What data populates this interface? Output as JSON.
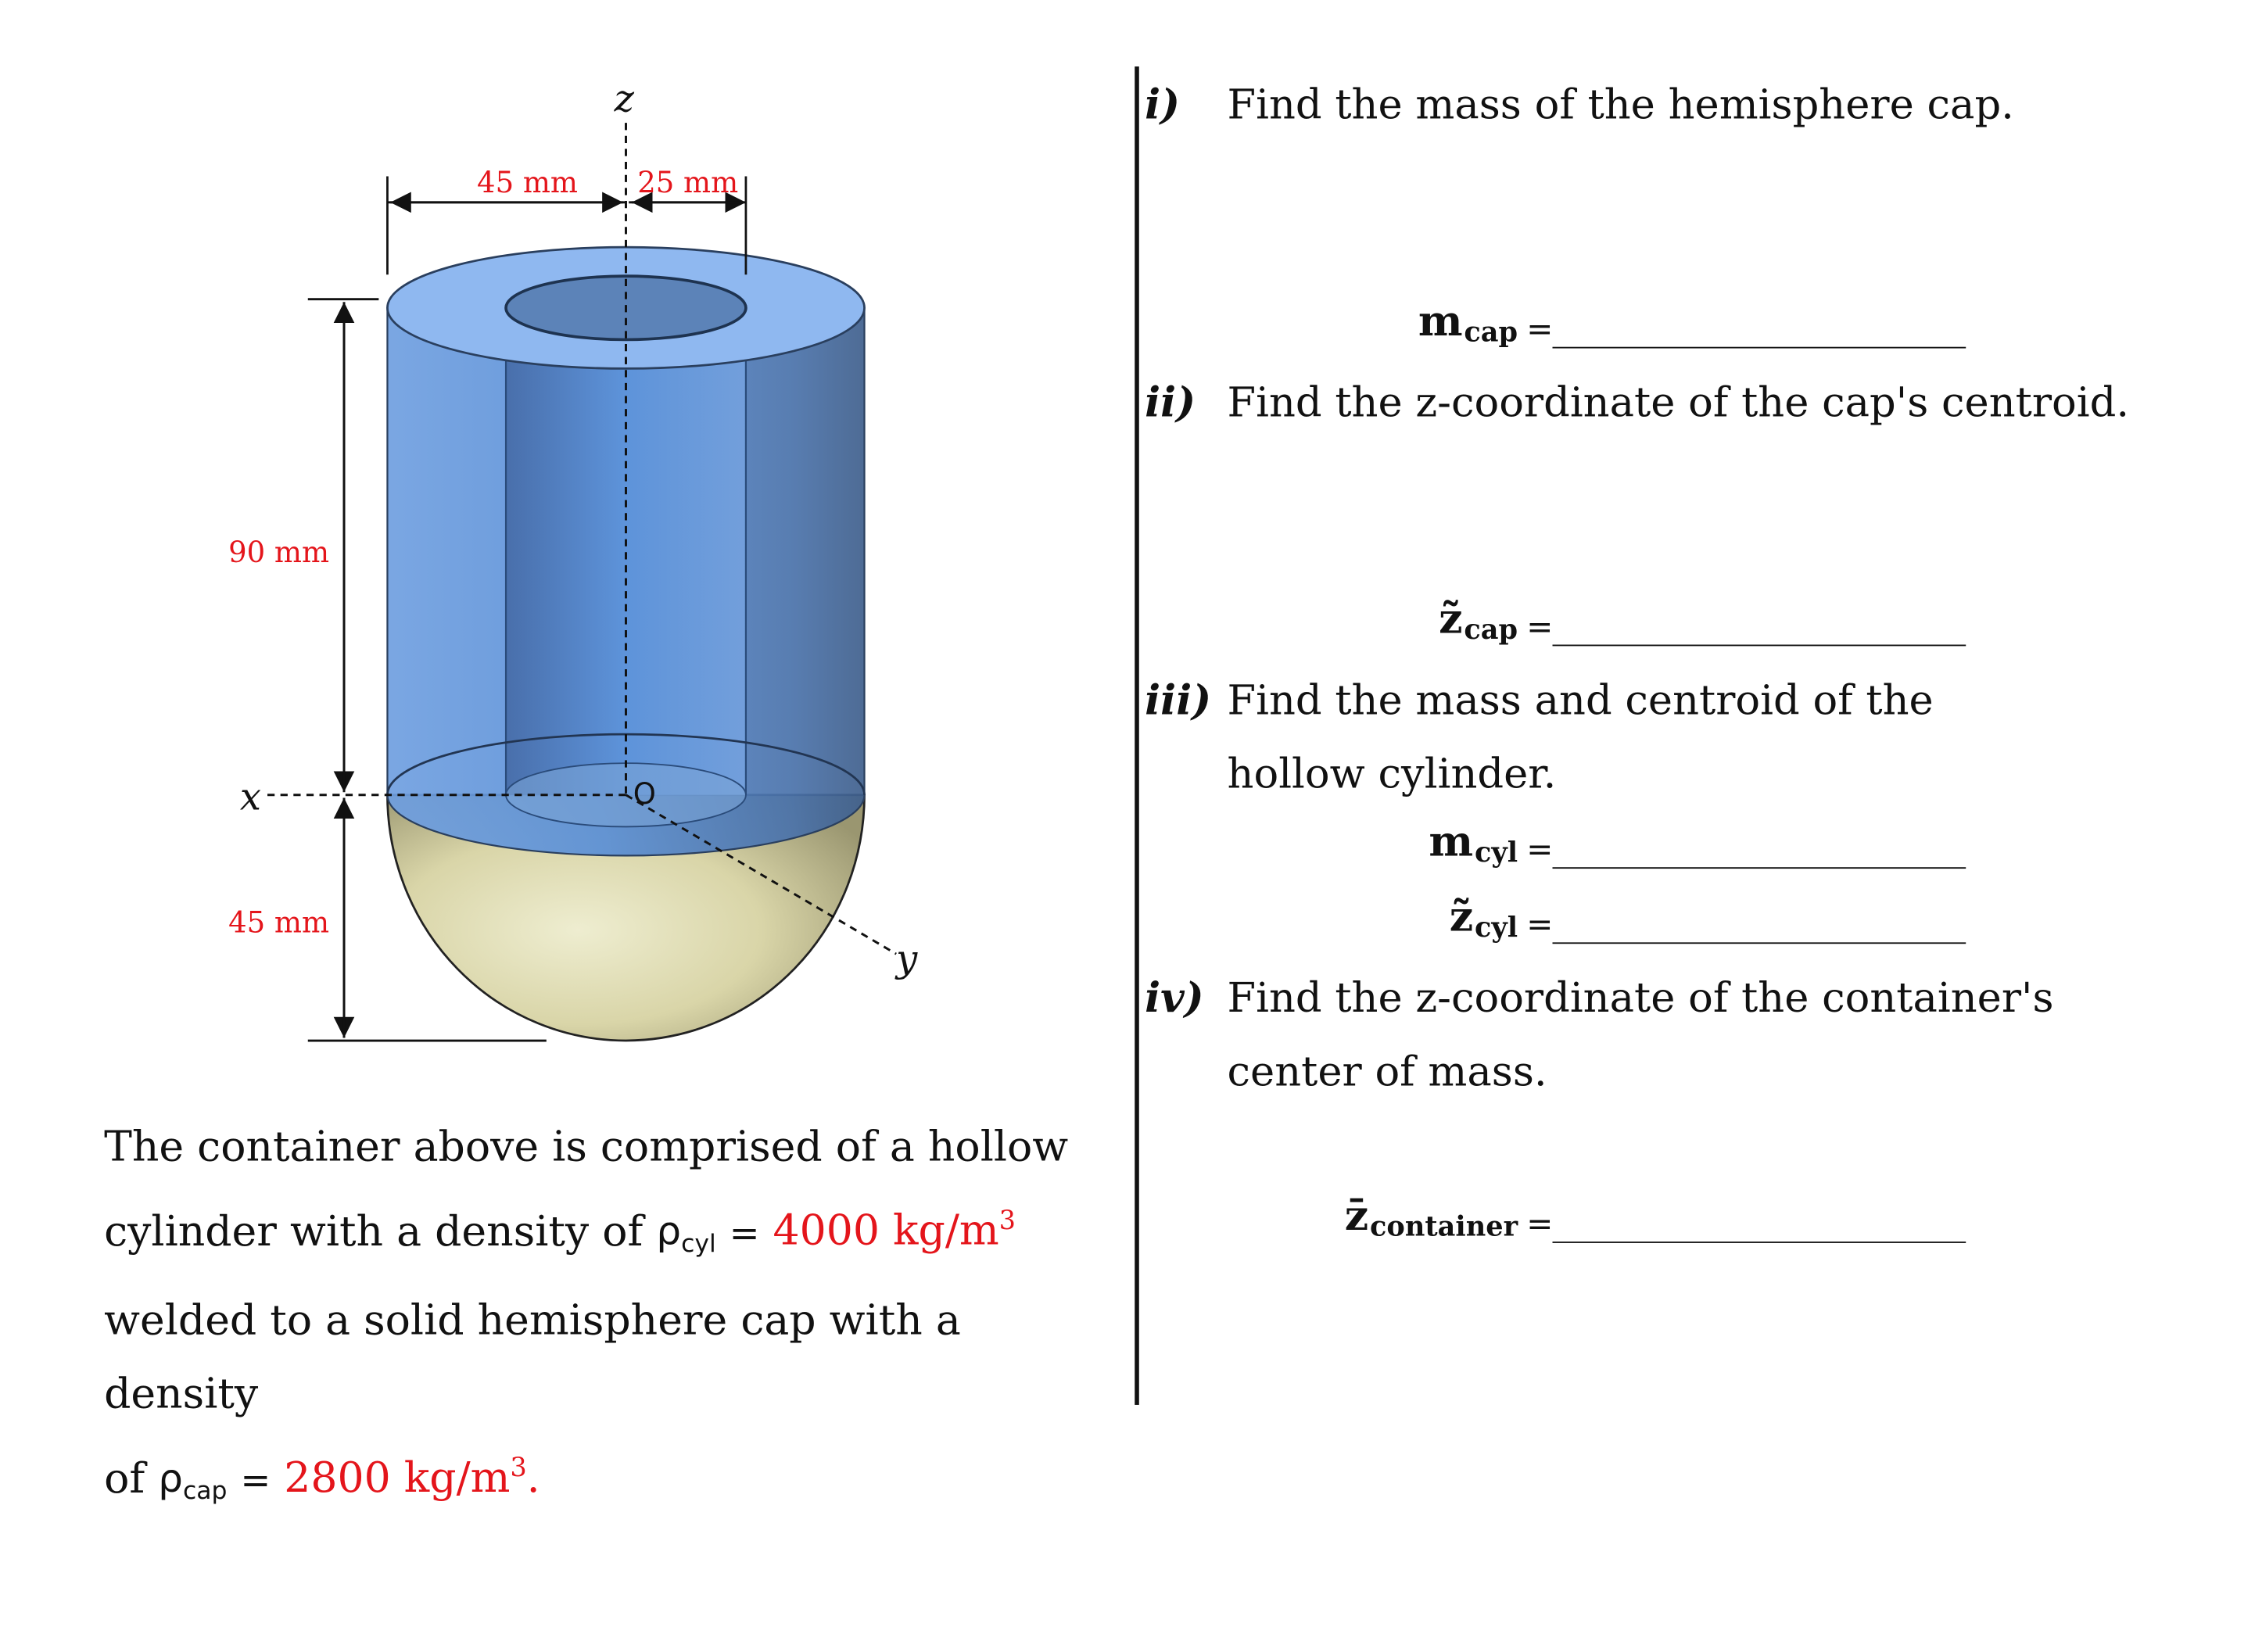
{
  "figure": {
    "axis_z": "z",
    "axis_x": "x",
    "axis_y": "y",
    "origin": "O",
    "dim_45_top": "45 mm",
    "dim_25_top": "25 mm",
    "dim_90_left": "90 mm",
    "dim_45_left": "45 mm",
    "colors": {
      "cylinder": "#6b9ee0",
      "cap": "#d8d4a6",
      "dimension_text": "#e4151b"
    }
  },
  "description": {
    "line1": "The container above is comprised of a hollow",
    "line2_pre": "cylinder with a density of",
    "rho_cyl_symbol": "ρ",
    "rho_cyl_sub": "cyl",
    "eq1": "=",
    "rho_cyl_value": "4000 kg/m",
    "rho_cyl_exp": "3",
    "line3": "welded to a solid hemisphere cap with a density",
    "line4_pre": "of",
    "rho_cap_symbol": "ρ",
    "rho_cap_sub": "cap",
    "eq2": "=",
    "rho_cap_value": "2800 kg/m",
    "rho_cap_exp": "3",
    "rho_cap_end": "."
  },
  "questions": [
    {
      "num": "i)",
      "text": "Find the mass of the hemisphere cap."
    },
    {
      "num": "ii)",
      "text": "Find the z-coordinate of the cap's centroid."
    },
    {
      "num": "iii)",
      "text": "Find the mass and centroid of the hollow cylinder."
    },
    {
      "num": "iv)",
      "text": "Find the z-coordinate of the container's center of mass."
    }
  ],
  "answers": {
    "m_cap": {
      "sym": "m",
      "sub": "cap",
      "eq": "="
    },
    "z_cap": {
      "sym": "z̃",
      "sub": "cap",
      "eq": "="
    },
    "m_cyl": {
      "sym": "m",
      "sub": "cyl",
      "eq": "="
    },
    "z_cyl": {
      "sym": "z̃",
      "sub": "cyl",
      "eq": "="
    },
    "z_container": {
      "sym": "z̄",
      "sub": "container",
      "eq": "="
    }
  }
}
